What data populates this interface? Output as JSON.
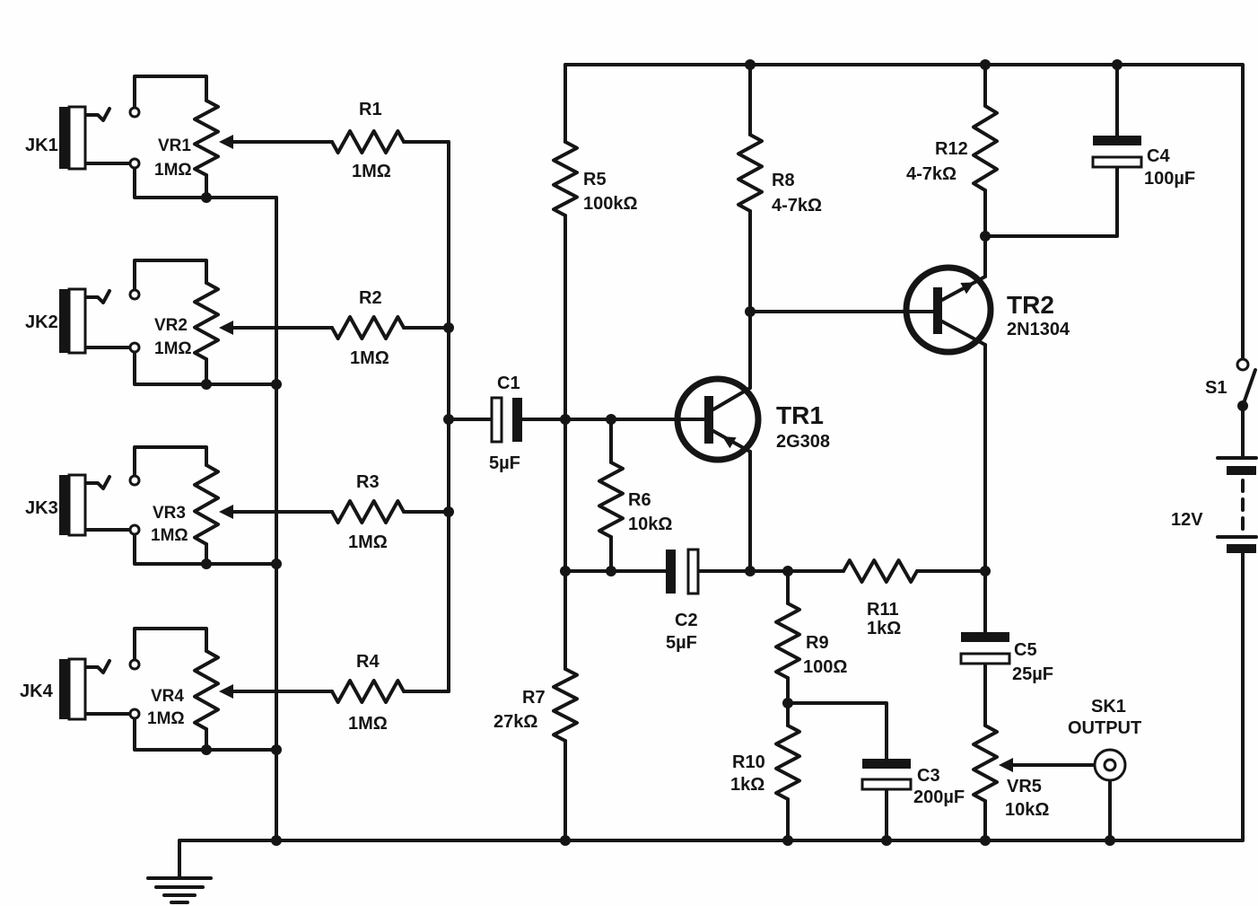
{
  "inputs": [
    {
      "jack": "JK1",
      "pot": "VR1",
      "pot_value": "1MΩ",
      "resistor": "R1",
      "resistor_value": "1MΩ"
    },
    {
      "jack": "JK2",
      "pot": "VR2",
      "pot_value": "1MΩ",
      "resistor": "R2",
      "resistor_value": "1MΩ"
    },
    {
      "jack": "JK3",
      "pot": "VR3",
      "pot_value": "1MΩ",
      "resistor": "R3",
      "resistor_value": "1MΩ"
    },
    {
      "jack": "JK4",
      "pot": "VR4",
      "pot_value": "1MΩ",
      "resistor": "R4",
      "resistor_value": "1MΩ"
    }
  ],
  "components": {
    "c1": {
      "label": "C1",
      "value": "5µF"
    },
    "r5": {
      "label": "R5",
      "value": "100kΩ"
    },
    "r6": {
      "label": "R6",
      "value": "10kΩ"
    },
    "r7": {
      "label": "R7",
      "value": "27kΩ"
    },
    "r8": {
      "label": "R8",
      "value": "4-7kΩ"
    },
    "tr1": {
      "label": "TR1",
      "type": "2G308"
    },
    "tr2": {
      "label": "TR2",
      "type": "2N1304"
    },
    "r12": {
      "label": "R12",
      "value": "4-7kΩ"
    },
    "c4": {
      "label": "C4",
      "value": "100µF"
    },
    "s1": {
      "label": "S1"
    },
    "battery": {
      "value": "12V"
    },
    "c2": {
      "label": "C2",
      "value": "5µF"
    },
    "r11": {
      "label": "R11",
      "value": "1kΩ"
    },
    "r9": {
      "label": "R9",
      "value": "100Ω"
    },
    "r10": {
      "label": "R10",
      "value": "1kΩ"
    },
    "c3": {
      "label": "C3",
      "value": "200µF"
    },
    "c5": {
      "label": "C5",
      "value": "25µF"
    },
    "vr5": {
      "label": "VR5",
      "value": "10kΩ"
    },
    "sk1": {
      "label": "SK1",
      "caption": "OUTPUT"
    }
  }
}
